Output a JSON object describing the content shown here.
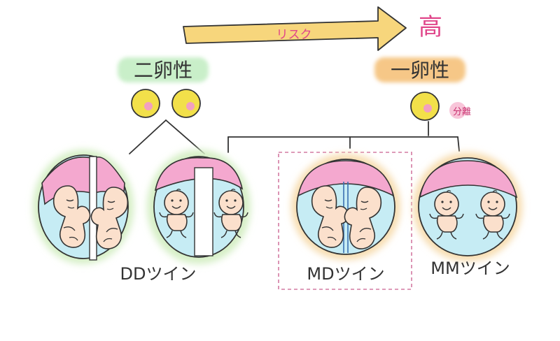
{
  "risk_arrow": {
    "label": "リスク",
    "end_label": "高"
  },
  "dizygotic": {
    "label": "二卵性"
  },
  "monozygotic": {
    "label": "一卵性",
    "split_label": "分離"
  },
  "twin_types": [
    {
      "label": "DDツイン"
    },
    {
      "label": "MDツイン"
    },
    {
      "label": "MMツイン"
    }
  ],
  "colors": {
    "arrow_fill": "#f7d67c",
    "risk_text": "#e0468a",
    "dizygotic_highlight": "#c9efc9",
    "monozygotic_highlight": "#f6c787",
    "egg_yolk": "#f2e04a",
    "egg_nucleus": "#f2a0c0",
    "placenta": "#f4a8cf",
    "amniotic_fluid": "#c6ecf4",
    "baby_skin": "#fbe0cc",
    "dd_glow": "#d6efc6",
    "mono_glow": "#f7ddb0",
    "line": "#333333",
    "dashed_box": "#d37aa2"
  }
}
